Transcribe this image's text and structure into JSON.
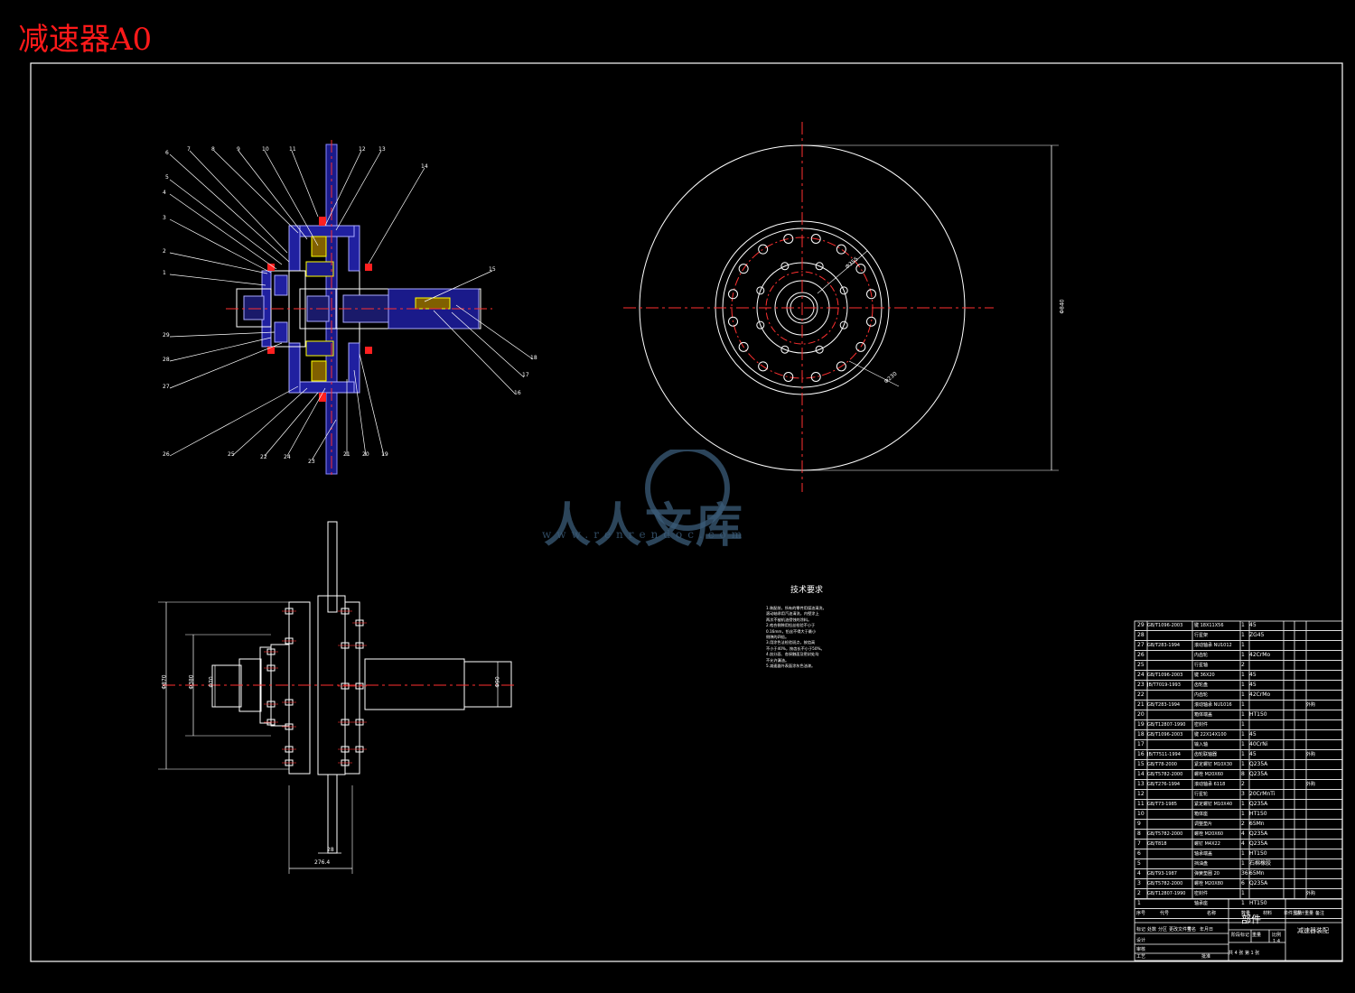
{
  "title": "减速器A0",
  "watermark": {
    "text": "人人文库",
    "url": "www.renrendoc.com"
  },
  "callouts": {
    "left": [
      "6",
      "5",
      "4",
      "3",
      "2",
      "1",
      "29",
      "28",
      "27",
      "26"
    ],
    "top": [
      "7",
      "8",
      "9",
      "10",
      "11",
      "12",
      "13",
      "14"
    ],
    "right": [
      "15",
      "16",
      "17",
      "18"
    ],
    "bottom": [
      "25",
      "22",
      "24",
      "23",
      "21",
      "20",
      "19"
    ]
  },
  "tech": {
    "title": "技术要求",
    "lines": [
      "1.装配前，所有的零件用煤油清洗，",
      "  滚动轴承用汽油清洗，内壁涂上",
      "  两次不被机油侵蚀的涂料。",
      "2.啮合侧隙用铅丝检验不小于",
      "  0.16mm，铅丝不得大于最小",
      "  侧隙的四倍。",
      "3.用涂色法检验斑点，按齿高",
      "  不小于40%，按齿长不小于50%。",
      "4.剖分面、各接触面及密封处均",
      "  不允许漏油。",
      "5.减速器外表面涂灰色油漆。"
    ]
  },
  "bom": [
    {
      "no": "29",
      "std": "GB/T1096-2003",
      "name": "键 18X11X56",
      "qty": "1",
      "mat": "45",
      "note": ""
    },
    {
      "no": "28",
      "std": "",
      "name": "行星架",
      "qty": "1",
      "mat": "ZG45",
      "note": ""
    },
    {
      "no": "27",
      "std": "GB/T283-1994",
      "name": "滚动轴承 NU1012",
      "qty": "1",
      "mat": "",
      "note": ""
    },
    {
      "no": "26",
      "std": "",
      "name": "内齿轮",
      "qty": "1",
      "mat": "42CrMo",
      "note": ""
    },
    {
      "no": "25",
      "std": "",
      "name": "行星轴",
      "qty": "2",
      "mat": "",
      "note": ""
    },
    {
      "no": "24",
      "std": "GB/T1096-2003",
      "name": "键 36X20",
      "qty": "1",
      "mat": "45",
      "note": ""
    },
    {
      "no": "23",
      "std": "JB/T7019-1993",
      "name": "齿轮盘",
      "qty": "1",
      "mat": "45",
      "note": ""
    },
    {
      "no": "22",
      "std": "",
      "name": "内齿轮",
      "qty": "1",
      "mat": "42CrMo",
      "note": ""
    },
    {
      "no": "21",
      "std": "GB/T283-1994",
      "name": "滚动轴承 NU1016",
      "qty": "1",
      "mat": "",
      "note": "外购"
    },
    {
      "no": "20",
      "std": "",
      "name": "箱体端盖",
      "qty": "1",
      "mat": "HT150",
      "note": ""
    },
    {
      "no": "19",
      "std": "GB/T12807-1990",
      "name": "密封件",
      "qty": "1",
      "mat": "",
      "note": ""
    },
    {
      "no": "18",
      "std": "GB/T1096-2003",
      "name": "键 22X14X100",
      "qty": "1",
      "mat": "45",
      "note": ""
    },
    {
      "no": "17",
      "std": "",
      "name": "输入轴",
      "qty": "1",
      "mat": "40CrNi",
      "note": ""
    },
    {
      "no": "16",
      "std": "JB/T7511-1994",
      "name": "齿轮联轴器",
      "qty": "1",
      "mat": "45",
      "note": "外购"
    },
    {
      "no": "15",
      "std": "GB/T78-2000",
      "name": "紧定螺钉 M10X30",
      "qty": "1",
      "mat": "Q235A",
      "note": ""
    },
    {
      "no": "14",
      "std": "GB/T5782-2000",
      "name": "螺栓 M20X60",
      "qty": "8",
      "mat": "Q235A",
      "note": ""
    },
    {
      "no": "13",
      "std": "GB/T276-1994",
      "name": "滚动轴承 6118",
      "qty": "2",
      "mat": "",
      "note": "外购"
    },
    {
      "no": "12",
      "std": "",
      "name": "行星轮",
      "qty": "3",
      "mat": "20CrMnTi",
      "note": ""
    },
    {
      "no": "11",
      "std": "GB/T73-1985",
      "name": "紧定螺钉 M10X40",
      "qty": "1",
      "mat": "Q235A",
      "note": ""
    },
    {
      "no": "10",
      "std": "",
      "name": "箱体座",
      "qty": "1",
      "mat": "HT150",
      "note": ""
    },
    {
      "no": "9",
      "std": "",
      "name": "调整垫片",
      "qty": "2",
      "mat": "65Mn",
      "note": ""
    },
    {
      "no": "8",
      "std": "GB/T5782-2000",
      "name": "螺栓 M20X60",
      "qty": "4",
      "mat": "Q235A",
      "note": ""
    },
    {
      "no": "7",
      "std": "GB/T818",
      "name": "螺钉 M4X22",
      "qty": "4",
      "mat": "Q235A",
      "note": ""
    },
    {
      "no": "6",
      "std": "",
      "name": "轴承端盖",
      "qty": "1",
      "mat": "HT150",
      "note": ""
    },
    {
      "no": "5",
      "std": "",
      "name": "挡油盘",
      "qty": "1",
      "mat": "石棉橡胶",
      "note": ""
    },
    {
      "no": "4",
      "std": "GB/T93-1987",
      "name": "弹簧垫圈 20",
      "qty": "36",
      "mat": "65Mn",
      "note": ""
    },
    {
      "no": "3",
      "std": "GB/T5782-2000",
      "name": "螺栓 M20X80",
      "qty": "6",
      "mat": "Q235A",
      "note": ""
    },
    {
      "no": "2",
      "std": "GB/T12807-1990",
      "name": "密封件",
      "qty": "1",
      "mat": "",
      "note": "外购"
    },
    {
      "no": "1",
      "std": "",
      "name": "轴承座",
      "qty": "1",
      "mat": "HT150",
      "note": ""
    }
  ],
  "bom_header": [
    "序号",
    "代号",
    "名称",
    "数量",
    "材料",
    "单件重量",
    "总计重量",
    "备注"
  ],
  "title_block": {
    "part": "部件",
    "drawing": "减速器装配",
    "sheet": "共 4 张   第 1 张",
    "scale": "1:4",
    "labels": [
      "标记",
      "处数",
      "分区",
      "更改文件号",
      "签名",
      "年月日",
      "设计",
      "审核",
      "工艺",
      "批准",
      "阶段标记",
      "重量",
      "比例"
    ]
  },
  "dimensions": {
    "front_height": "Φ840",
    "side_d1": "Φ870",
    "side_d2": "Φ380",
    "side_d3": "Φ70",
    "side_d4": "Φ90",
    "side_w": "276.4",
    "side_t": "28",
    "circle1": "Φ355",
    "circle2": "Φ230"
  }
}
